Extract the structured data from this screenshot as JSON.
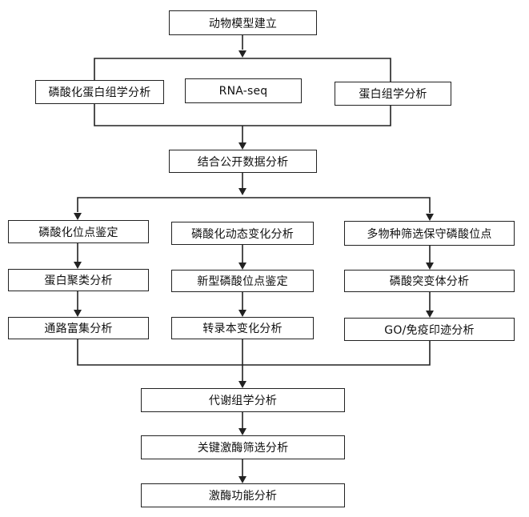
{
  "diagram": {
    "top": {
      "label": "动物模型建立"
    },
    "omics": [
      {
        "label": "磷酸化蛋白组学分析"
      },
      {
        "label": "RNA-seq"
      },
      {
        "label": "蛋白组学分析"
      }
    ],
    "integrate": {
      "label": "结合公开数据分析"
    },
    "branches": [
      {
        "items": [
          {
            "label": "磷酸化位点鉴定"
          },
          {
            "label": "蛋白聚类分析"
          },
          {
            "label": "通路富集分析"
          }
        ]
      },
      {
        "items": [
          {
            "label": "磷酸化动态变化分析"
          },
          {
            "label": "新型磷酸位点鉴定"
          },
          {
            "label": "转录本变化分析"
          }
        ]
      },
      {
        "items": [
          {
            "label": "多物种筛选保守磷酸位点"
          },
          {
            "label": "磷酸突变体分析"
          },
          {
            "label": "GO/免疫印迹分析"
          }
        ]
      }
    ],
    "final": [
      {
        "label": "代谢组学分析"
      },
      {
        "label": "关键激酶筛选分析"
      },
      {
        "label": "激酶功能分析"
      }
    ]
  }
}
